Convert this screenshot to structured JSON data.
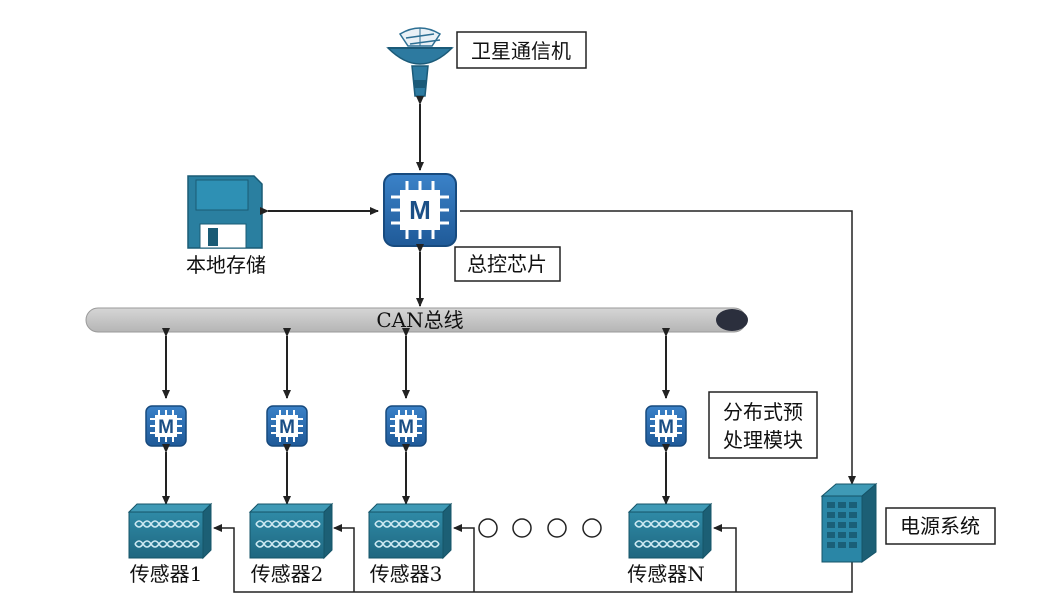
{
  "colors": {
    "chip_blue": "#2a6db3",
    "chip_dark": "#1b4f86",
    "sensor_teal": "#2c7f9a",
    "bus_gray": "#c4c4c4",
    "line": "#222222"
  },
  "nodes": {
    "satellite": {
      "label": "卫星通信机",
      "icon": "satellite-dish-icon"
    },
    "master_chip": {
      "label": "总控芯片",
      "icon": "chip-icon",
      "chip_text": "M"
    },
    "storage": {
      "label": "本地存储",
      "icon": "floppy-disk-icon"
    },
    "can_bus": {
      "label": "CAN总线"
    },
    "preprocess": {
      "label_line1": "分布式预",
      "label_line2": "处理模块",
      "chip_text": "M"
    },
    "power": {
      "label": "电源系统",
      "icon": "server-cabinet-icon"
    },
    "sensors": [
      {
        "label": "传感器1"
      },
      {
        "label": "传感器2"
      },
      {
        "label": "传感器3"
      },
      {
        "label": "传感器N"
      }
    ]
  }
}
